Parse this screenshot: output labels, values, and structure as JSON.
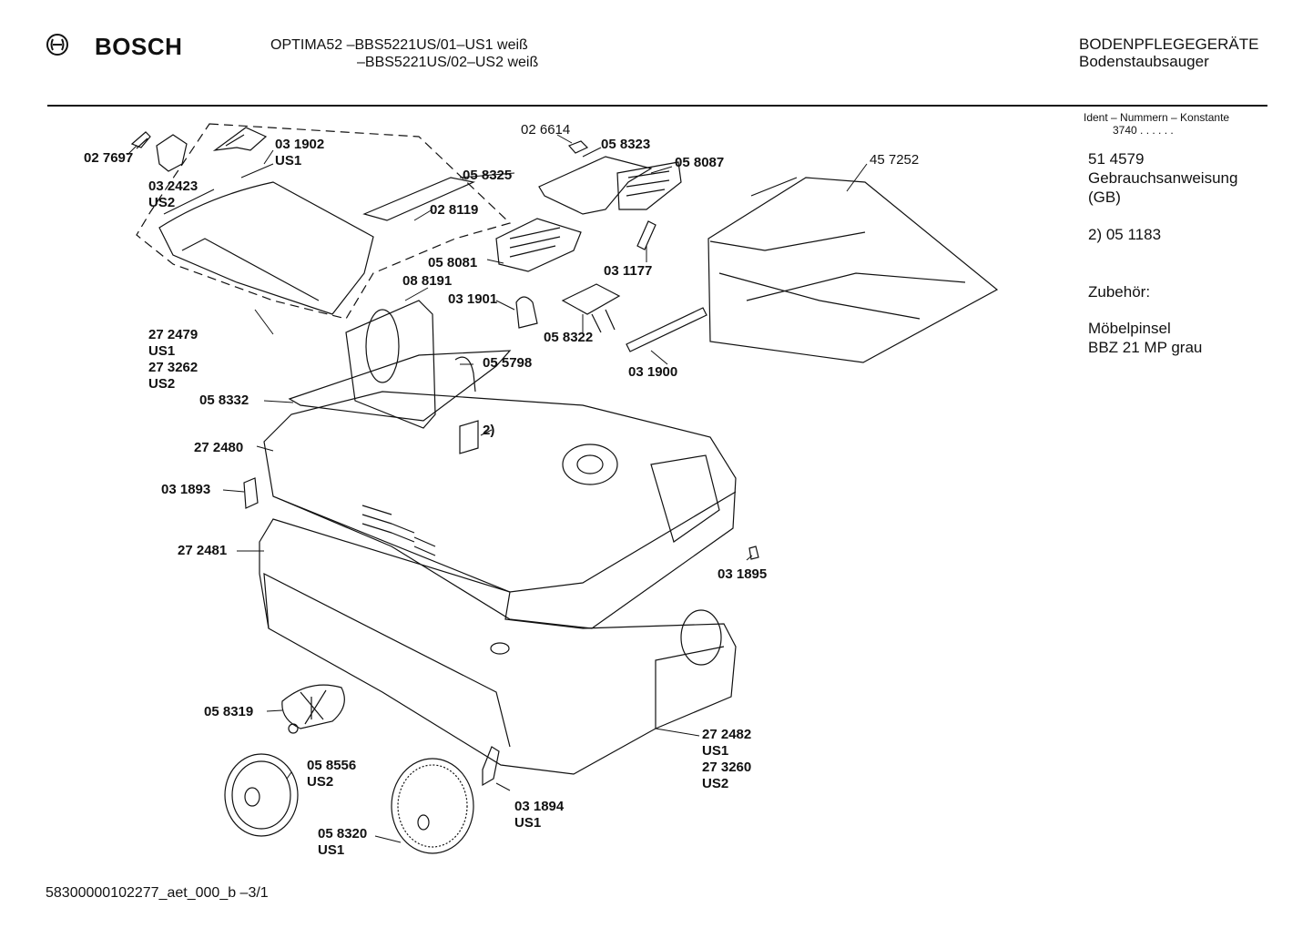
{
  "header": {
    "brand": "BOSCH",
    "model_line1": "OPTIMA52 –BBS5221US/01–US1 weiß",
    "model_line2": "–BBS5221US/02–US2 weiß",
    "category_line1": "BODENPFLEGEGERÄTE",
    "category_line2": "Bodenstaubsauger"
  },
  "sidebar": {
    "ident_title": "Ident – Nummern – Konstante",
    "ident_value": "3740  . .   . . . .",
    "items": [
      "51 4579",
      "Gebrauchsanweisung",
      "(GB)",
      "2)  05 1183",
      "Zubehör:",
      "Möbelpinsel",
      "BBZ 21 MP grau"
    ]
  },
  "parts": {
    "p027697": "02 7697",
    "p031902": "03 1902",
    "p031902_us": "US1",
    "p032423": "03 2423",
    "p032423_us": "US2",
    "p026614": "02 6614",
    "p058323": "05 8323",
    "p058325": "05 8325",
    "p058087": "05 8087",
    "p457252": "45 7252",
    "p028119": "02 8119",
    "p058081": "05 8081",
    "p031177": "03 1177",
    "p088191": "08 8191",
    "p031901": "03 1901",
    "p058322": "05 8322",
    "p272479": "27 2479",
    "p272479_us": "US1",
    "p273262": "27 3262",
    "p273262_us": "US2",
    "p055798": "05 5798",
    "p031900": "03 1900",
    "p058332": "05 8332",
    "p_note2": "2)",
    "p272480": "27 2480",
    "p031893": "03 1893",
    "p031895": "03 1895",
    "p272481": "27 2481",
    "p058319": "05 8319",
    "p272482": "27 2482",
    "p272482_us": "US1",
    "p273260": "27 3260",
    "p273260_us": "US2",
    "p058556": "05 8556",
    "p058556_us": "US2",
    "p031894": "03 1894",
    "p031894_us": "US1",
    "p058320": "05 8320",
    "p058320_us": "US1"
  },
  "footer": {
    "doc_id": "58300000102277_aet_000_b  –3/1"
  }
}
